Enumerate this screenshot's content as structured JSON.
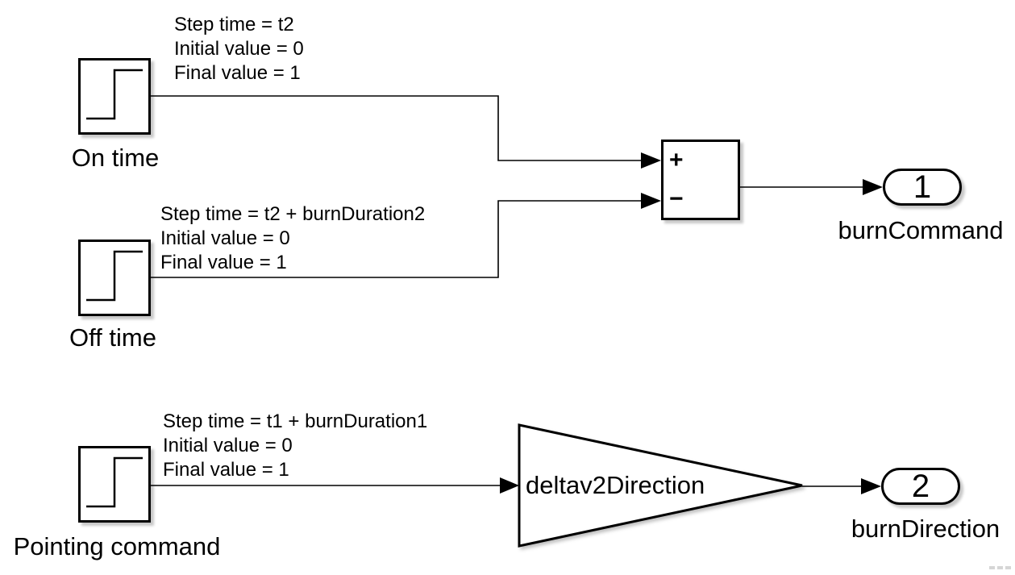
{
  "canvas": {
    "background_color": "#ffffff",
    "line_color": "#000000"
  },
  "annotations": [
    {
      "lines": [
        "Step time = t2",
        "Initial value = 0",
        "Final value = 1"
      ]
    },
    {
      "lines": [
        "Step time = t2 + burnDuration2",
        "Initial value = 0",
        "Final value = 1"
      ]
    },
    {
      "lines": [
        "Step time = t1 + burnDuration1",
        "Initial value = 0",
        "Final value = 1"
      ]
    }
  ],
  "blocks": {
    "on_time": {
      "label": "On time"
    },
    "off_time": {
      "label": "Off time"
    },
    "pointing_command": {
      "label": "Pointing command"
    },
    "sum": {
      "signs": [
        "+",
        "−"
      ]
    },
    "gain": {
      "label": "deltav2Direction"
    },
    "outport_1": {
      "number": "1",
      "label": "burnCommand"
    },
    "outport_2": {
      "number": "2",
      "label": "burnDirection"
    }
  },
  "icons": {
    "step_block_icon": "step-waveform",
    "corner_marks": "resize-grip"
  }
}
